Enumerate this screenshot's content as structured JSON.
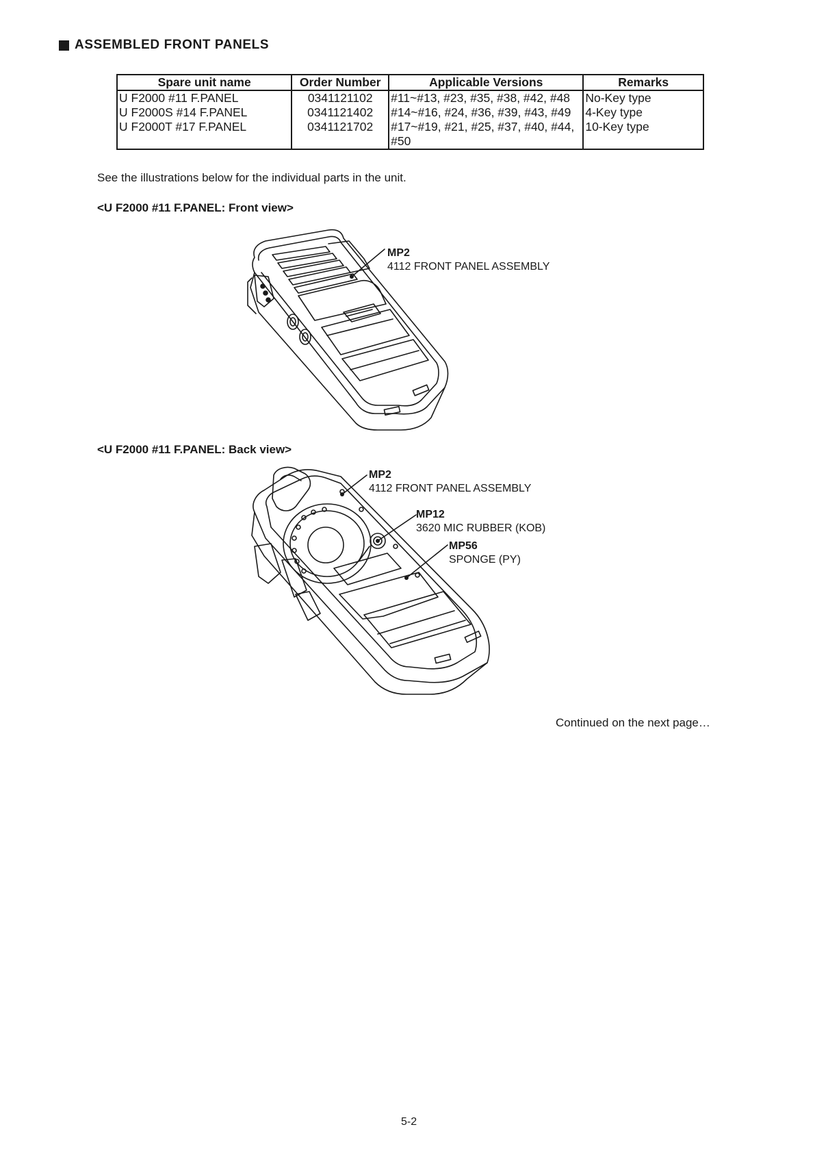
{
  "heading": "ASSEMBLED FRONT PANELS",
  "table": {
    "headers": [
      "Spare unit name",
      "Order Number",
      "Applicable Versions",
      "Remarks"
    ],
    "rows": [
      [
        "U F2000 #11 F.PANEL",
        "0341121102",
        "#11~#13, #23, #35, #38, #42, #48",
        "No-Key type"
      ],
      [
        "U F2000S #14 F.PANEL",
        "0341121402",
        "#14~#16, #24, #36, #39, #43, #49",
        "4-Key type"
      ],
      [
        "U F2000T #17 F.PANEL",
        "0341121702",
        "#17~#19, #21, #25, #37, #40, #44, #50",
        "10-Key type"
      ]
    ]
  },
  "intro": "See the illustrations below for the individual parts in the unit.",
  "front_view": {
    "title": "<U F2000 #11 F.PANEL: Front view>",
    "callouts": [
      {
        "code": "MP2",
        "desc": "4112 FRONT PANEL ASSEMBLY"
      }
    ]
  },
  "back_view": {
    "title": "<U F2000 #11 F.PANEL: Back view>",
    "callouts": [
      {
        "code": "MP2",
        "desc": "4112 FRONT PANEL ASSEMBLY"
      },
      {
        "code": "MP12",
        "desc": "3620 MIC RUBBER (KOB)"
      },
      {
        "code": "MP56",
        "desc": "SPONGE (PY)"
      }
    ]
  },
  "continued": "Continued on the next page…",
  "page_number": "5-2"
}
